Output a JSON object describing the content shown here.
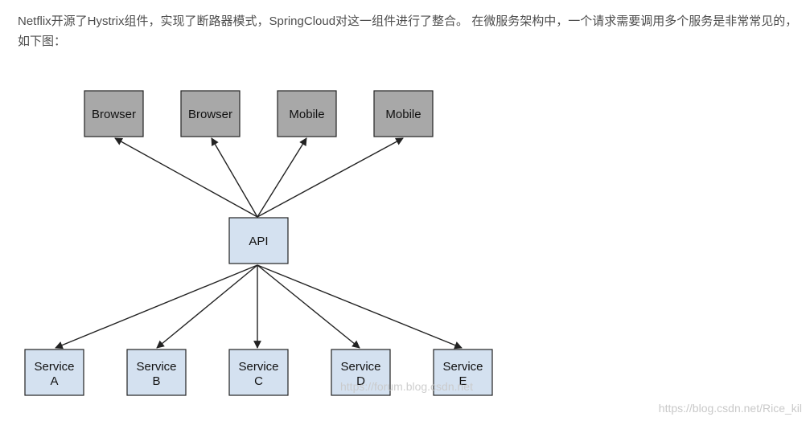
{
  "article": {
    "intro_text": "Netflix开源了Hystrix组件，实现了断路器模式，SpringCloud对这一组件进行了整合。 在微服务架构中，一个请求需要调用多个服务是非常常见的，如下图："
  },
  "diagram": {
    "top_nodes": [
      "Browser",
      "Browser",
      "Mobile",
      "Mobile"
    ],
    "center_node": "API",
    "bottom_nodes": [
      {
        "line1": "Service",
        "line2": "A"
      },
      {
        "line1": "Service",
        "line2": "B"
      },
      {
        "line1": "Service",
        "line2": "C"
      },
      {
        "line1": "Service",
        "line2": "D"
      },
      {
        "line1": "Service",
        "line2": "E"
      }
    ],
    "colors": {
      "client_fill": "#a8a8a8",
      "api_fill": "#d4e1f0",
      "service_fill": "#d4e1f0",
      "stroke": "#222222"
    },
    "inner_watermark": "https://forum.blog.csdn.net"
  },
  "watermark": "https://blog.csdn.net/Rice_kil"
}
